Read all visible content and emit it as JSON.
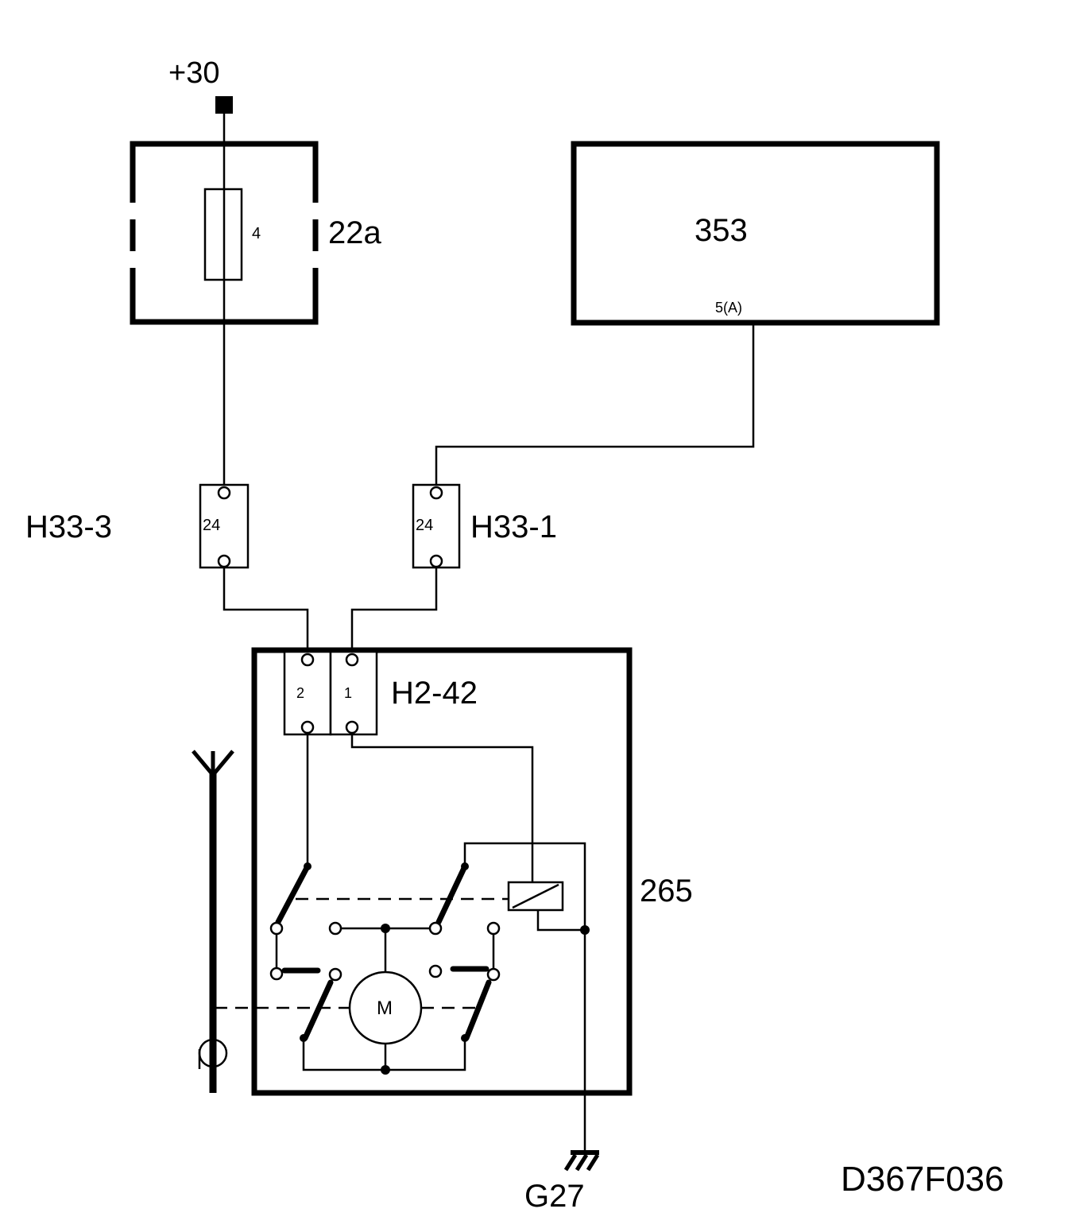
{
  "diagram_id": "D367F036",
  "supply": {
    "label": "+30"
  },
  "fuse_box": {
    "label": "22a",
    "fuse_number": "4"
  },
  "control_unit": {
    "label": "353",
    "pin": "5(A)"
  },
  "connectors": {
    "h33_3": {
      "label": "H33-3",
      "pin": "24"
    },
    "h33_1": {
      "label": "H33-1",
      "pin": "24"
    },
    "h2_42": {
      "label": "H2-42",
      "pin_left": "2",
      "pin_right": "1"
    }
  },
  "antenna_motor": {
    "label": "265",
    "motor_symbol": "M"
  },
  "ground": {
    "label": "G27"
  }
}
